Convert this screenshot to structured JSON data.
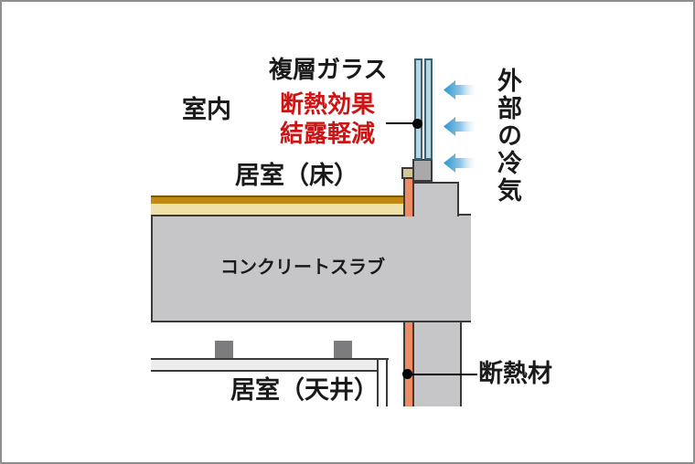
{
  "colors": {
    "border": "#8e8e8e",
    "outline": "#3a3a3a",
    "text": "#1a1a1a",
    "accent_red": "#cc1414",
    "concrete": "#c6c6c8",
    "frame_gray": "#a9a9ab",
    "hanger_gray": "#7c7c7e",
    "ceiling_panel": "#ededee",
    "lining_white": "#ffffff",
    "insulation_orange": "#ee8a64",
    "floor_gold": "#c08a12",
    "floor_gold_edge": "#7a5a08",
    "floor_cream": "#eee0a8",
    "sill_tan": "#d5c794",
    "glass_fill": "#b7d6e4",
    "glass_edge": "#3f6170",
    "arrow_deep": "#2e95cd",
    "arrow_mid": "#8cc6e8",
    "arrow_faint": "#eaf5fc"
  },
  "labels": {
    "room_interior": "室内",
    "double_glazing": "複層ガラス",
    "insulation_effect": "断熱効果",
    "condensation_reduction": "結露軽減",
    "living_room_floor": "居室（床）",
    "concrete_slab": "コンクリートスラブ",
    "living_room_ceiling": "居室（天井）",
    "insulation_material": "断熱材",
    "external_cold_air": "外部の冷気"
  },
  "icons": {
    "cold_air_arrow": "left-arrow",
    "leader_dot": "point-marker"
  }
}
